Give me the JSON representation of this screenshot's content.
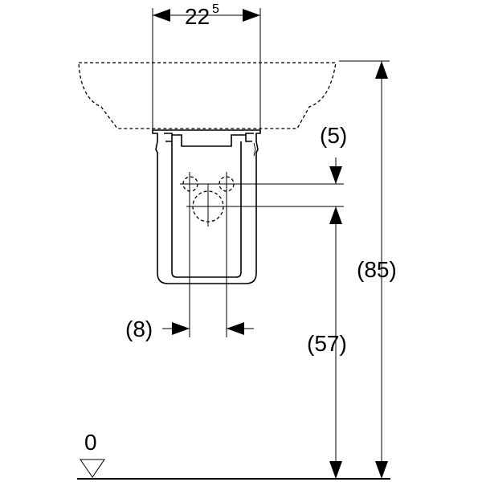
{
  "dimensions": {
    "top_width_main": "22",
    "top_width_sup": "5",
    "depth_offset": "(5)",
    "overall_height": "(85)",
    "drain_height": "(57)",
    "pipe_spacing": "(8)",
    "floor_level": "0"
  },
  "colors": {
    "line": "#000000",
    "background": "#ffffff"
  }
}
